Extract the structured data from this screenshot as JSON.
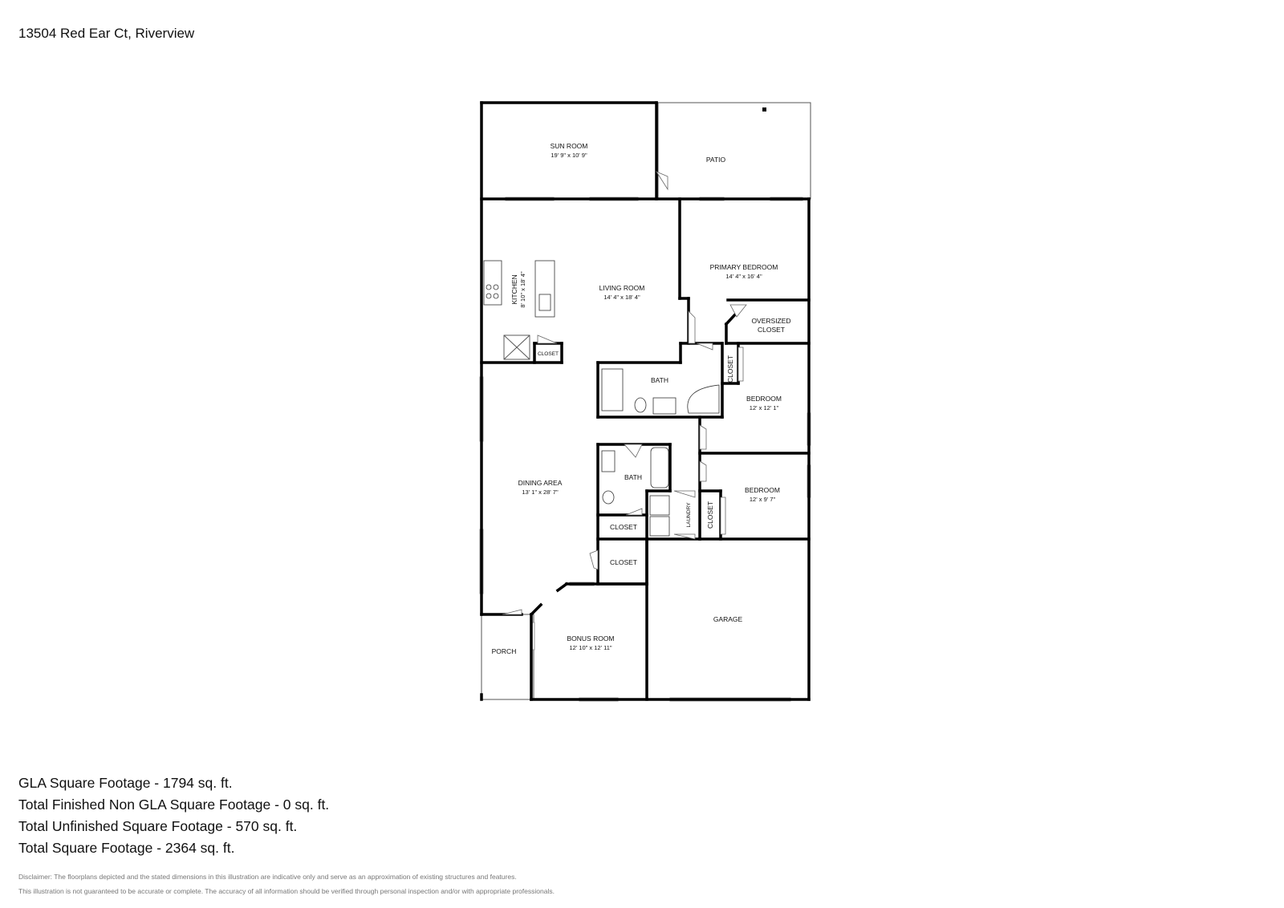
{
  "address": "13504 Red Ear Ct, Riverview",
  "rooms": {
    "sun_room": {
      "name": "SUN ROOM",
      "dim": "19' 9\" x 10' 9\""
    },
    "patio": {
      "name": "PATIO"
    },
    "primary_bedroom": {
      "name": "PRIMARY BEDROOM",
      "dim": "14' 4\" x 16' 4\""
    },
    "oversized_closet": {
      "name_line1": "OVERSIZED",
      "name_line2": "CLOSET"
    },
    "kitchen": {
      "name": "KITCHEN",
      "dim": "8' 10\" x 18' 4\""
    },
    "living_room": {
      "name": "LIVING ROOM",
      "dim": "14' 4\" x 18' 4\""
    },
    "kitchen_closet": {
      "name": "CLOSET"
    },
    "bath_1": {
      "name": "BATH"
    },
    "bedroom_closet_1": {
      "name": "CLOSET"
    },
    "bedroom_1": {
      "name": "BEDROOM",
      "dim": "12' x 12' 1\""
    },
    "dining_area": {
      "name": "DINING AREA",
      "dim": "13' 1\" x 28' 7\""
    },
    "bath_2": {
      "name": "BATH"
    },
    "laundry": {
      "name": "LAUNDRY"
    },
    "bedroom_closet_2": {
      "name": "CLOSET"
    },
    "bedroom_2": {
      "name": "BEDROOM",
      "dim": "12' x 9' 7\""
    },
    "hall_closet_1": {
      "name": "CLOSET"
    },
    "hall_closet_2": {
      "name": "CLOSET"
    },
    "garage": {
      "name": "GARAGE"
    },
    "porch": {
      "name": "PORCH"
    },
    "bonus_room": {
      "name": "BONUS ROOM",
      "dim": "12' 10\" x 12' 11\""
    }
  },
  "stats": {
    "gla": "GLA Square Footage - 1794 sq. ft.",
    "non_gla": "Total Finished Non GLA Square Footage - 0 sq. ft.",
    "unfinished": "Total Unfinished Square Footage - 570 sq. ft.",
    "total": "Total Square Footage - 2364 sq. ft."
  },
  "disclaimer": {
    "line1": "Disclaimer: The floorplans depicted and the stated dimensions in this illustration are indicative only and serve as an approximation of existing structures and features.",
    "line2": "This illustration is not guaranteed to be accurate or complete. The accuracy of all information should be verified through personal inspection and/or with appropriate professionals."
  }
}
